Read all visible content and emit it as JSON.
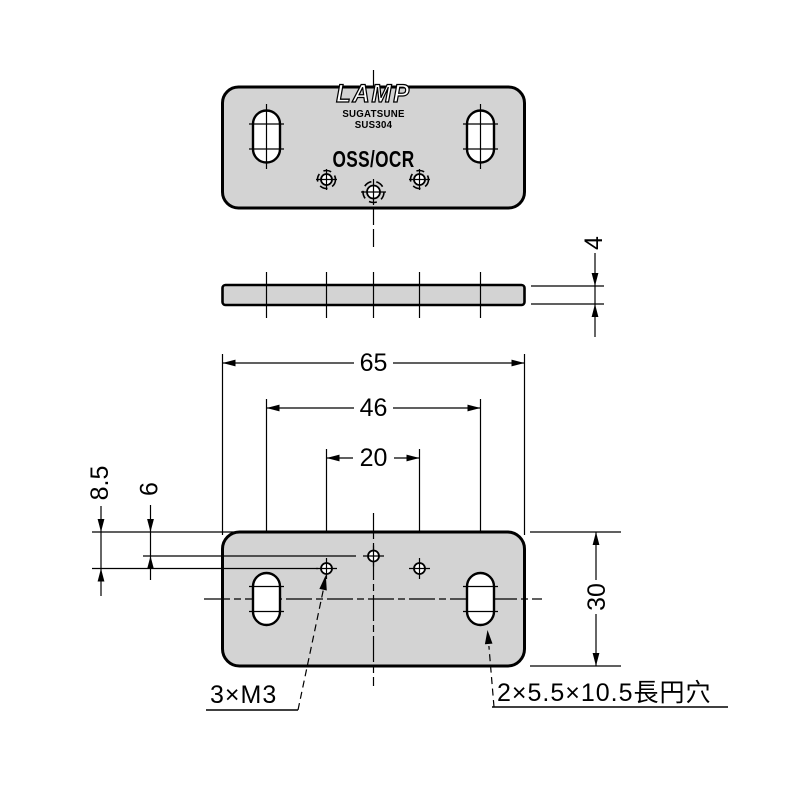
{
  "drawing": {
    "part": {
      "logo": "LAMP",
      "brand": "SUGATSUNE",
      "material": "SUS304",
      "model": "OSS/OCR"
    },
    "side_view": {
      "thickness": "4"
    },
    "front_view": {
      "overall_width": "65",
      "slot_pitch": "46",
      "tap_pitch": "20",
      "edge_to_tap": "8.5",
      "edge_to_center_hole": "6",
      "overall_height": "30",
      "tap_label": "3×M3",
      "slot_label": "2×5.5×10.5長円穴"
    },
    "colors": {
      "plate_fill": "#d3d3d3",
      "line": "#000000",
      "background": "#ffffff"
    }
  }
}
